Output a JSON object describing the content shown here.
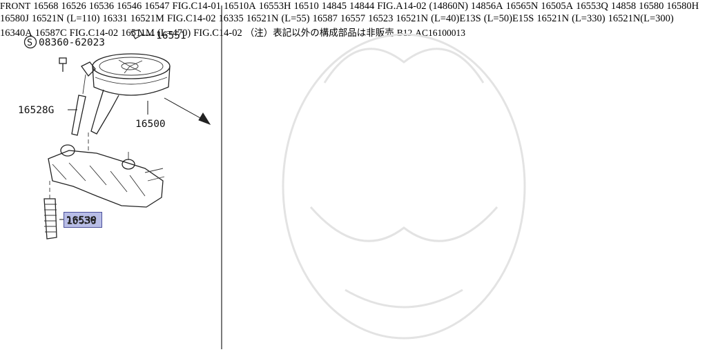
{
  "labels": {
    "screw_code": "08360-62023",
    "screw_symbol": "S",
    "l16551": "16551",
    "l16528g": "16528G",
    "l16500": "16500",
    "l16530": "16530",
    "front": "FRONT",
    "l16568": "16568",
    "l16526": "16526",
    "l16536": "16536",
    "l16546": "16546",
    "fig_c14_01": "FIG.C14-01",
    "l16510a": "16510A",
    "l16547": "16547",
    "l16553h": "16553H",
    "l16510": "16510",
    "l14845": "14845",
    "l14844": "14844",
    "fig_a14_02": "FIG.A14-02",
    "l14860n": "(14860N)",
    "l14856a": "14856A",
    "l16565n": "16565N",
    "l16505a": "16505A",
    "l16553q": "16553Q",
    "l14858": "14858",
    "l16580": "16580",
    "l16580h": "16580H",
    "l16580j": "16580J",
    "l16521n_a": "16521N",
    "l16521n_a_len": "(L=110)",
    "l16331": "16331",
    "l16521m": "16521M",
    "fig_c14_02_a": "FIG.C14-02",
    "l16335": "16335",
    "l16521n_b": "16521N",
    "l16521n_b_len": "(L=55)",
    "l16587": "16587",
    "l16557": "16557",
    "l16523": "16523",
    "l16521n_c": "16521N",
    "l16521n_c_len1": "(L=40)E13S",
    "l16521n_c_len2": "(L=50)E15S",
    "l16521n_d": "16521N(L=300)",
    "l16521n_e": "16521N",
    "l16521n_e_len": "(L=330)",
    "l16340a": "16340A",
    "l16587c": "16587C",
    "fig_c14_02_b": "FIG.C14-02",
    "l16511m": "16511M",
    "l16511m_len": "(L=470)",
    "fig_c14_02_c": "FIG.C14-02",
    "note": "（注）表記以外の構成部品は非販売",
    "page_code": "B12",
    "doc_code": "AC16100013"
  }
}
